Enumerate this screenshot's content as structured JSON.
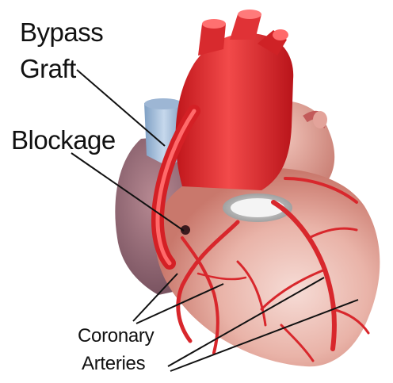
{
  "labels": {
    "bypass_line1": "Bypass",
    "bypass_line2": "Graft",
    "blockage": "Blockage",
    "coronary_line1": "Coronary",
    "coronary_line2": "Arteries"
  }
}
